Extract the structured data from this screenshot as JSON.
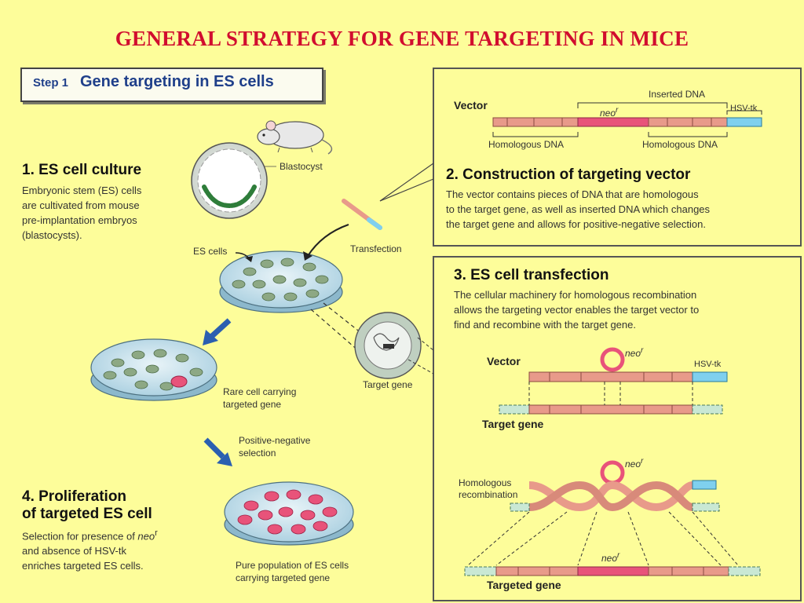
{
  "title": "GENERAL STRATEGY FOR GENE TARGETING IN MICE",
  "step": {
    "label": "Step 1",
    "title": "Gene targeting in ES cells"
  },
  "section1": {
    "heading": "1. ES cell culture",
    "body": [
      "Embryonic stem (ES) cells",
      "are cultivated from mouse",
      "pre-implantation embryos",
      "(blastocysts)."
    ]
  },
  "section2": {
    "heading": "2. Construction of targeting vector",
    "body": [
      "The vector contains pieces of DNA that are homologous",
      "to the target gene, as well as inserted DNA which changes",
      "the target gene and allows for positive-negative selection."
    ]
  },
  "section3": {
    "heading": "3. ES cell transfection",
    "body": [
      "The cellular machinery for homologous recombination",
      "allows the targeting vector enables the target vector to",
      "find and recombine with the target gene."
    ]
  },
  "section4": {
    "heading_line1": "4. Proliferation",
    "heading_line2": "of targeted ES cell",
    "body_line1_prefix": "Selection for presence of ",
    "body_line1_italic": "neo",
    "body_line1_sup": "r",
    "body_line2": "and absence of HSV-tk",
    "body_line3": "enriches targeted ES cells."
  },
  "labels": {
    "blastocyst": "Blastocyst",
    "es_cells": "ES cells",
    "transfection": "Transfection",
    "rare_cell_1": "Rare cell carrying",
    "rare_cell_2": "targeted gene",
    "target_gene_small": "Target gene",
    "positive_negative_1": "Positive-negative",
    "positive_negative_2": "selection",
    "pure_pop_1": "Pure population of ES cells",
    "pure_pop_2": "carrying targeted gene"
  },
  "vector_panel": {
    "vector": "Vector",
    "inserted_dna": "Inserted DNA",
    "neo": "neo",
    "neo_sup": "r",
    "hsvtk": "HSV-tk",
    "homologous_dna_1": "Homologous DNA",
    "homologous_dna_2": "Homologous DNA"
  },
  "transfection_panel": {
    "vector": "Vector",
    "neo": "neo",
    "neo_sup": "r",
    "hsvtk": "HSV-tk",
    "target_gene": "Target gene",
    "homologous_1": "Homologous",
    "homologous_2": "recombination",
    "targeted_gene": "Targeted gene"
  },
  "colors": {
    "title": "#d10d2f",
    "dna": "#e89a8a",
    "neo": "#e8537a",
    "hsvtk": "#7fd0ee",
    "accent_blue": "#2b5fb0"
  }
}
